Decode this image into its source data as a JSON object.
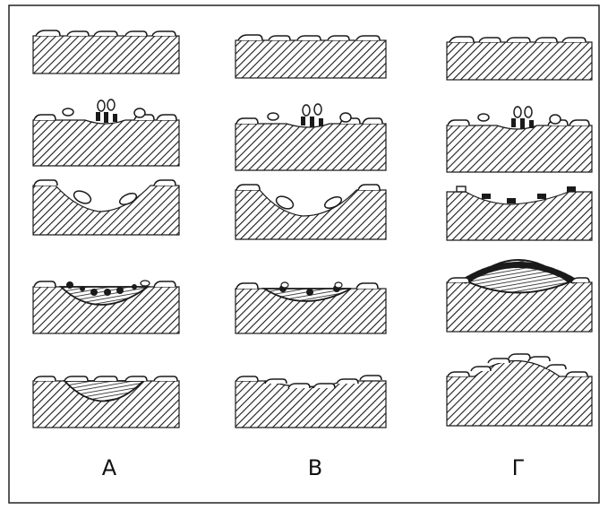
{
  "columns": [
    {
      "label": "А"
    },
    {
      "label": "В"
    },
    {
      "label": "Г"
    }
  ],
  "colors": {
    "ink": "#1a1a1a",
    "paper": "#ffffff",
    "frame": "#222222"
  }
}
